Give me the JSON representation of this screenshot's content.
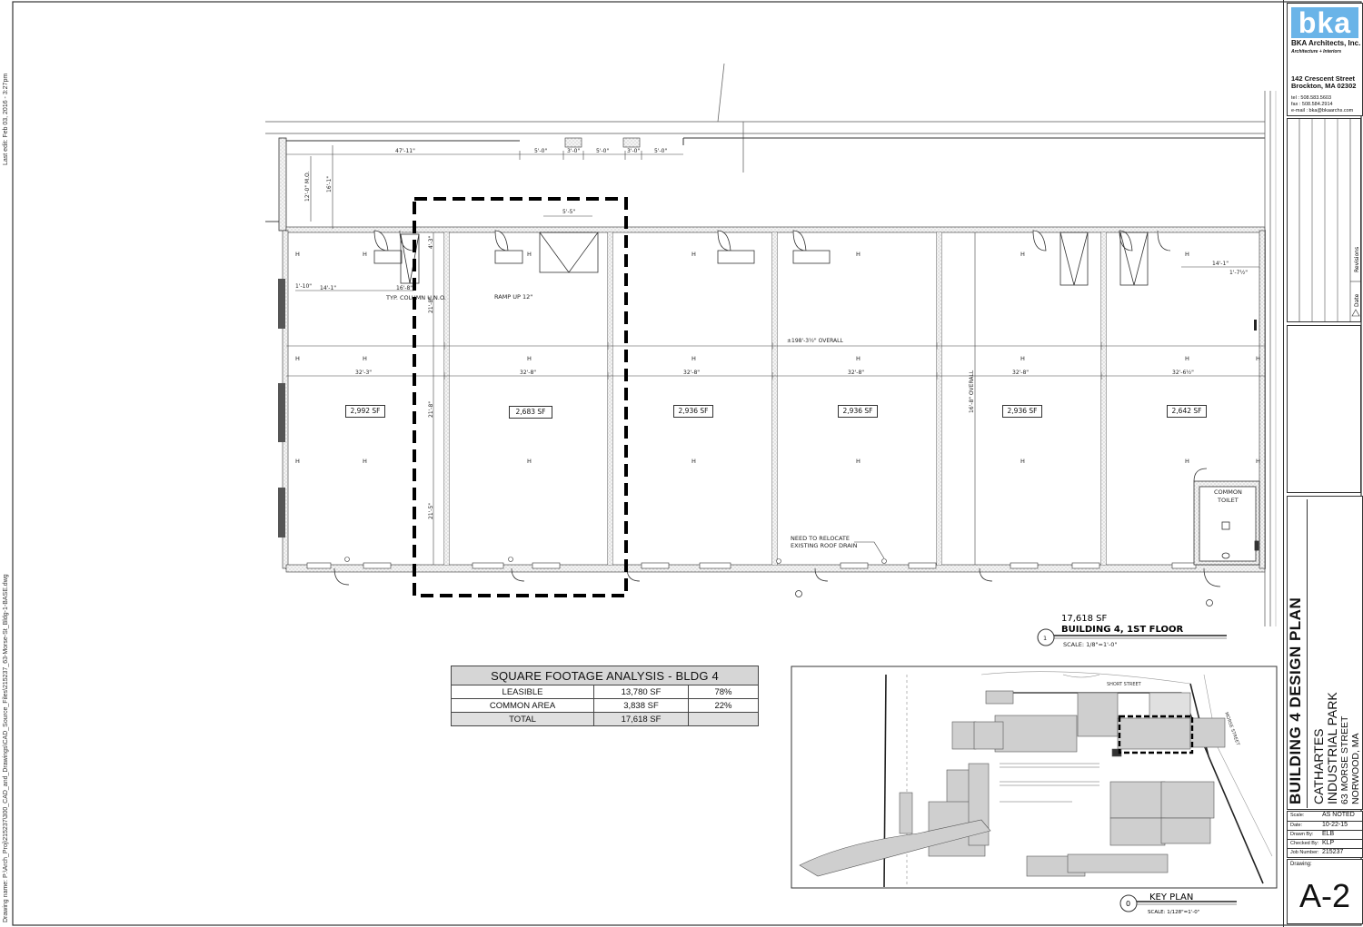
{
  "side_notes": {
    "last_edit": "Last edit: Feb 03, 2016 - 3:27pm",
    "drawing_name": "Drawing name: P:\\Arch_Proj\\215237\\300_CAD_and_Drawings\\CAD_Source_Files\\215237_63-Morse-St_Bldg-1-BASE.dwg"
  },
  "firm": {
    "logo": "bka",
    "name": "BKA Architects, Inc.",
    "tagline": "Architecture + Interiors",
    "address1": "142 Crescent Street",
    "address2": "Brockton, MA 02302",
    "tel": "tel : 508.583.5603",
    "fax": "fax : 508.584.2914",
    "email": "e-mail : bka@bkaarchs.com"
  },
  "revisions": {
    "date_label": "Date",
    "revisions_label": "Revisions"
  },
  "sheet_title": "BUILDING 4 DESIGN PLAN",
  "project": {
    "line1": "CATHARTES",
    "line2": "INDUSTRIAL PARK",
    "line3": "63 MORSE STREET",
    "line4": "NORWOOD, MA"
  },
  "info": [
    {
      "label": "Scale:",
      "value": "AS NOTED"
    },
    {
      "label": "Date:",
      "value": "10-22-15"
    },
    {
      "label": "Drawn By:",
      "value": "ELB"
    },
    {
      "label": "Checked By:",
      "value": "KLP"
    },
    {
      "label": "Job Number:",
      "value": "215237"
    }
  ],
  "drawing_label": "Drawing:",
  "drawing_number": "A-2",
  "plan": {
    "area": "17,618 SF",
    "title": "BUILDING 4, 1ST FLOOR",
    "number": "1",
    "scale": "SCALE: 1/8\"=1'-0\"",
    "units": [
      {
        "sf": "2,992 SF"
      },
      {
        "sf": "2,683 SF"
      },
      {
        "sf": "2,936 SF"
      },
      {
        "sf": "2,936 SF"
      },
      {
        "sf": "2,936 SF"
      },
      {
        "sf": "2,642 SF"
      }
    ],
    "dims_top": [
      "47'-11\"",
      "5'-0\"",
      "3'-0\"",
      "5'-0\"",
      "3'-0\"",
      "5'-0\""
    ],
    "dims_mid": [
      "32'-3\"",
      "32'-8\"",
      "32'-8\"",
      "32'-8\"",
      "32'-8\"",
      "32'-6½\""
    ],
    "overall": "±198'-3½\" OVERALL",
    "dims_left": [
      "14'-1\"",
      "16'-8\"",
      "1'-10\""
    ],
    "dims_right": [
      "14'-1\"",
      "1'-7½\""
    ],
    "dims_vert": [
      "12'-0\" M.O.",
      "16'-1\"",
      "4'-3\"",
      "21'-8\"",
      "21'-8\"",
      "21'-5\"",
      "16'-8\" OVERALL"
    ],
    "dim_ramp_top": "5'-5\"",
    "notes": {
      "column": "TYP. COLUMN U.N.O.",
      "ramp": "RAMP UP 12\"",
      "drain1": "NEED TO RELOCATE",
      "drain2": "EXISTING ROOF DRAIN",
      "toilet1": "COMMON",
      "toilet2": "TOILET"
    }
  },
  "table": {
    "title": "SQUARE FOOTAGE ANALYSIS - BLDG 4",
    "rows": [
      {
        "label": "LEASIBLE",
        "sf": "13,780 SF",
        "pct": "78%"
      },
      {
        "label": "COMMON AREA",
        "sf": "3,838 SF",
        "pct": "22%"
      },
      {
        "label": "TOTAL",
        "sf": "17,618 SF",
        "pct": ""
      }
    ]
  },
  "key_plan": {
    "number": "0",
    "title": "KEY PLAN",
    "scale": "SCALE: 1/128\"=1'-0\"",
    "street1": "SHORT STREET",
    "street2": "MORSE STREET"
  }
}
